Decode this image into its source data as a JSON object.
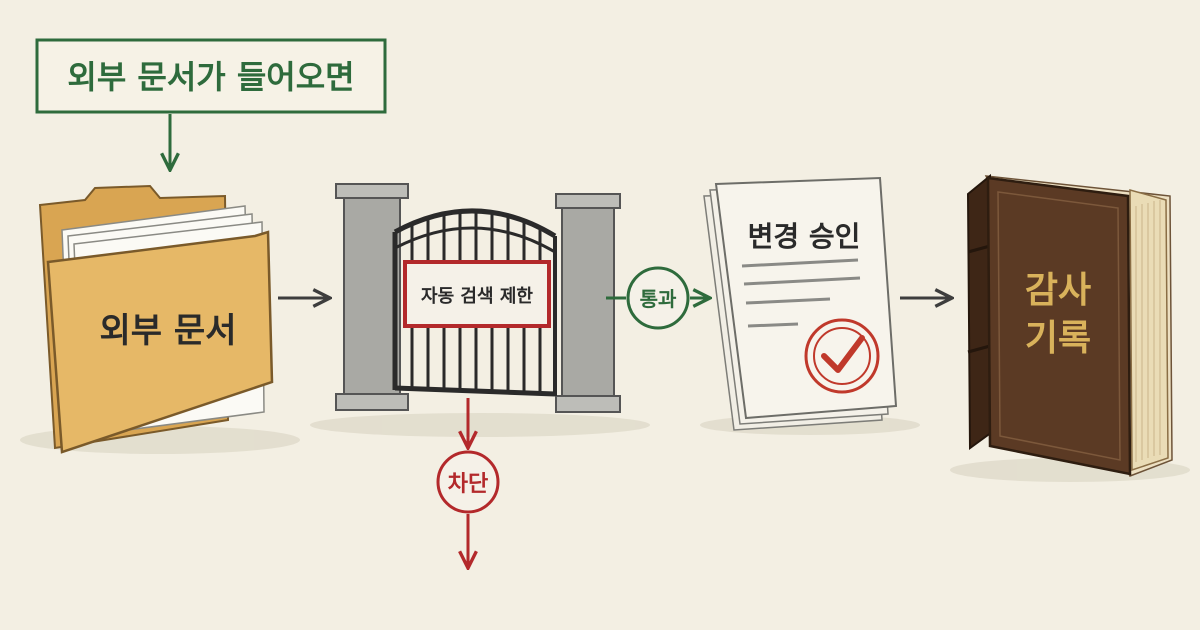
{
  "header_box": {
    "text": "외부 문서가 들어오면"
  },
  "folder": {
    "label": "외부 문서"
  },
  "gate": {
    "sign": "자동 검색 제한"
  },
  "pass_label": "통과",
  "block_label": "차단",
  "document": {
    "title": "변경 승인"
  },
  "book": {
    "line1": "감사",
    "line2": "기록"
  },
  "colors": {
    "green": "#2e6b3c",
    "red": "#b3292b",
    "ink": "#3d3d3d",
    "folder": "#e6b867",
    "book": "#5b3a24",
    "book_text": "#d9b25b",
    "paper": "#f7f4ec",
    "stone": "#a9a9a4"
  }
}
